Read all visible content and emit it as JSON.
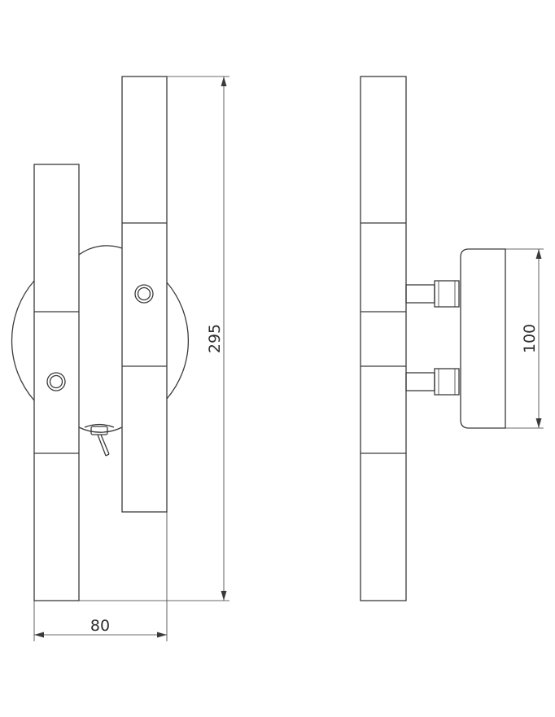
{
  "dimensions": {
    "height_label": "295",
    "width_label": "80",
    "base_label": "100"
  },
  "colors": {
    "line": "#3a3a3a",
    "background": "#ffffff"
  }
}
